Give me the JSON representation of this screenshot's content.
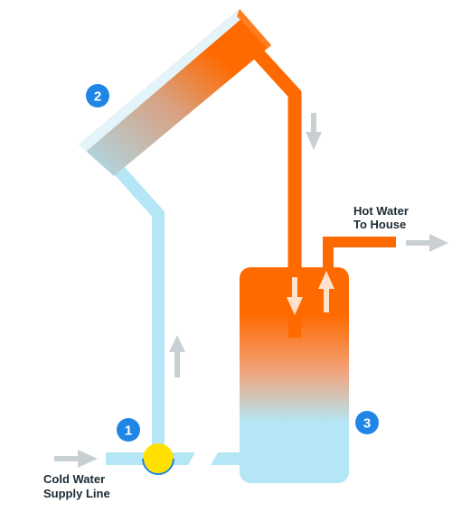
{
  "labels": {
    "hot_water_line1": "Hot Water",
    "hot_water_line2": "To House",
    "cold_water_line1": "Cold Water",
    "cold_water_line2": "Supply Line"
  },
  "badges": {
    "pump": "1",
    "collector": "2",
    "tank": "3"
  },
  "colors": {
    "hot": "#ff6a00",
    "cold": "#b4e6f5",
    "badge": "#1f86e6",
    "arrow": "#c9d0d4",
    "pump": "#ffe000",
    "label": "#1c2a33"
  }
}
